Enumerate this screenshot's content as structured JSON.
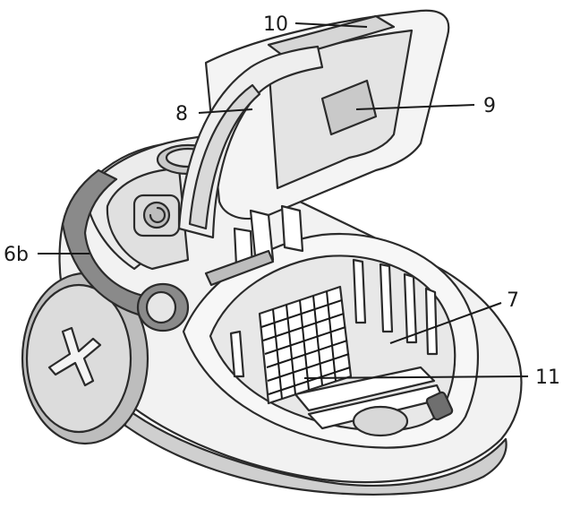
{
  "callouts": {
    "c10": "10",
    "c8": "8",
    "c9": "9",
    "c6b": "6b",
    "c7": "7",
    "c11": "11"
  },
  "colors": {
    "outline": "#2b2b2b",
    "light_grey": "#e6e6e6",
    "mid_grey": "#bdbdbd",
    "dark_grey": "#8a8a8a",
    "background": "#ffffff"
  }
}
